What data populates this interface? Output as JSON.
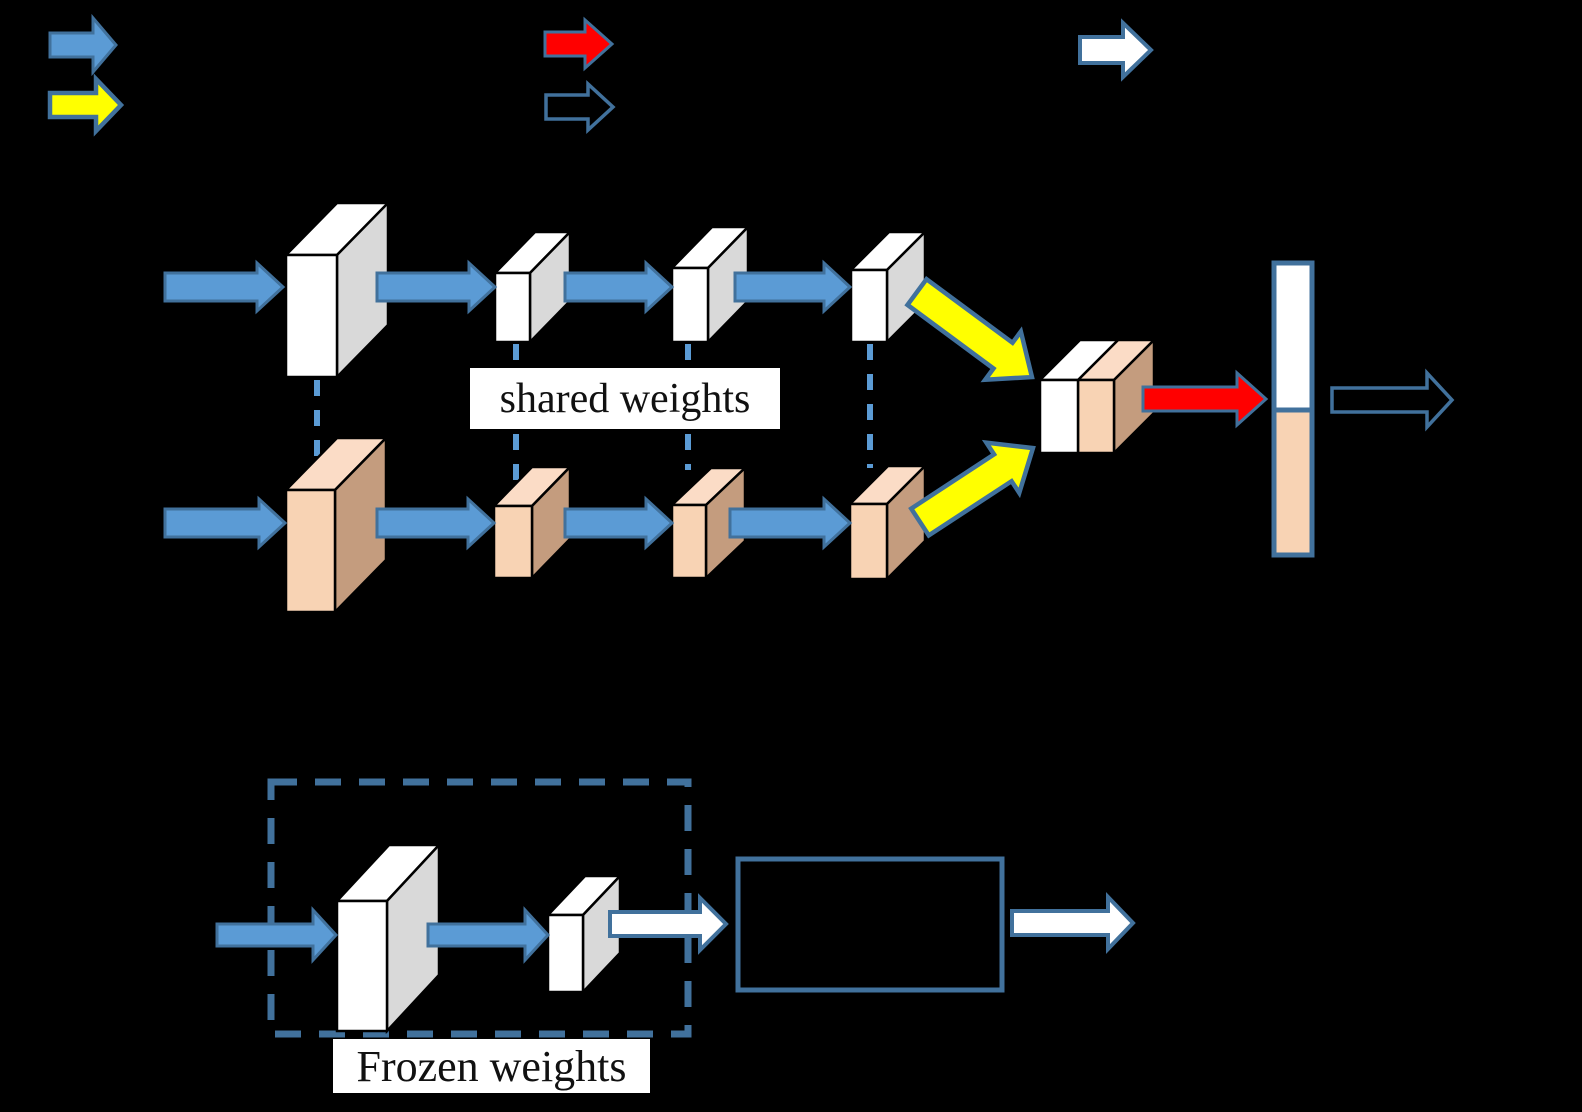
{
  "figure": {
    "kind": "siamese-network-architecture-diagram",
    "background": "#000000"
  },
  "labels": {
    "shared_weights": "shared weights",
    "frozen_weights": "Frozen weights"
  },
  "colors": {
    "bg": "#000000",
    "blue-fill": "#5B9BD5",
    "blue-border": "#41719C",
    "yellow": "#FFFF00",
    "red": "#FF0000",
    "white": "#FFFFFF",
    "gray-side": "#D9D9D9",
    "peach-front": "#F8D3B4",
    "peach-top": "#FBDCC6",
    "tan-side": "#C49C7E"
  },
  "legend": {
    "items": [
      {
        "icon": "blue-arrow"
      },
      {
        "icon": "yellow-arrow"
      },
      {
        "icon": "red-arrow"
      },
      {
        "icon": "outlined-arrow"
      },
      {
        "icon": "white-arrow"
      }
    ]
  }
}
